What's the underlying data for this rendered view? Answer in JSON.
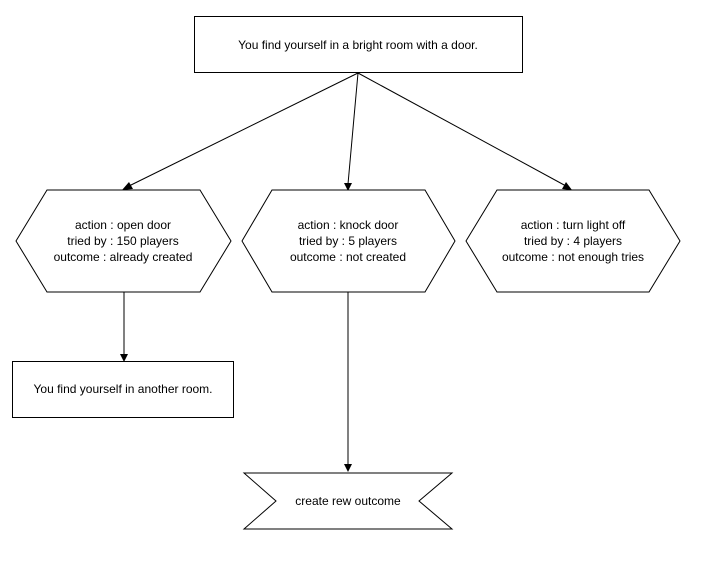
{
  "diagram": {
    "start_room": {
      "text": "You find yourself in a bright room with a door."
    },
    "actions": [
      {
        "line1": "action : open door",
        "line2": "tried by : 150 players",
        "line3": "outcome : already created"
      },
      {
        "line1": "action : knock door",
        "line2": "tried by : 5 players",
        "line3": "outcome : not created"
      },
      {
        "line1": "action : turn light off",
        "line2": "tried by : 4 players",
        "line3": "outcome : not enough tries"
      }
    ],
    "next_room": {
      "text": "You find yourself in another room."
    },
    "create_outcome": {
      "text": "create rew outcome"
    }
  }
}
